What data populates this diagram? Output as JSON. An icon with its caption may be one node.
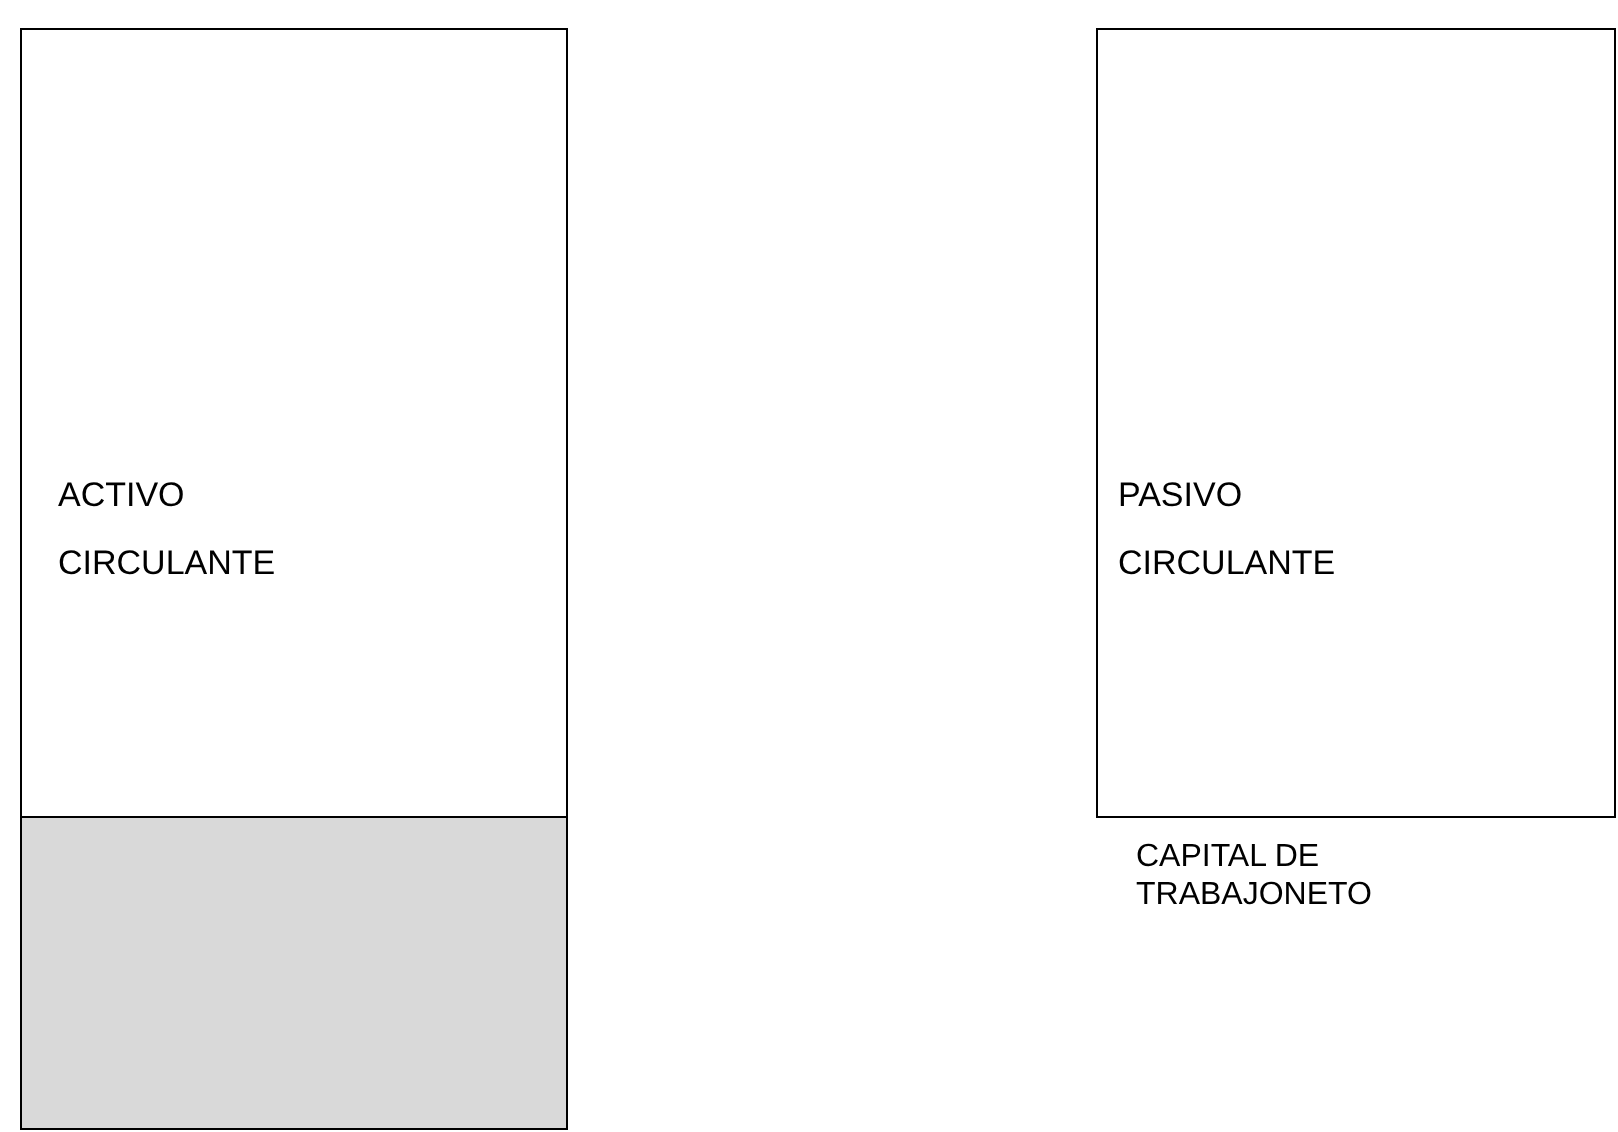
{
  "diagram": {
    "nodes": [
      {
        "text": [
          "ACTIVO CIRCULANTE"
        ]
      },
      {
        "text": [],
        "shape": "box"
      },
      {
        "text": [
          "PASIVO CIRCULANTE"
        ]
      }
    ],
    "labels": [
      "CAPITAL DE TRABAJONETO"
    ]
  }
}
